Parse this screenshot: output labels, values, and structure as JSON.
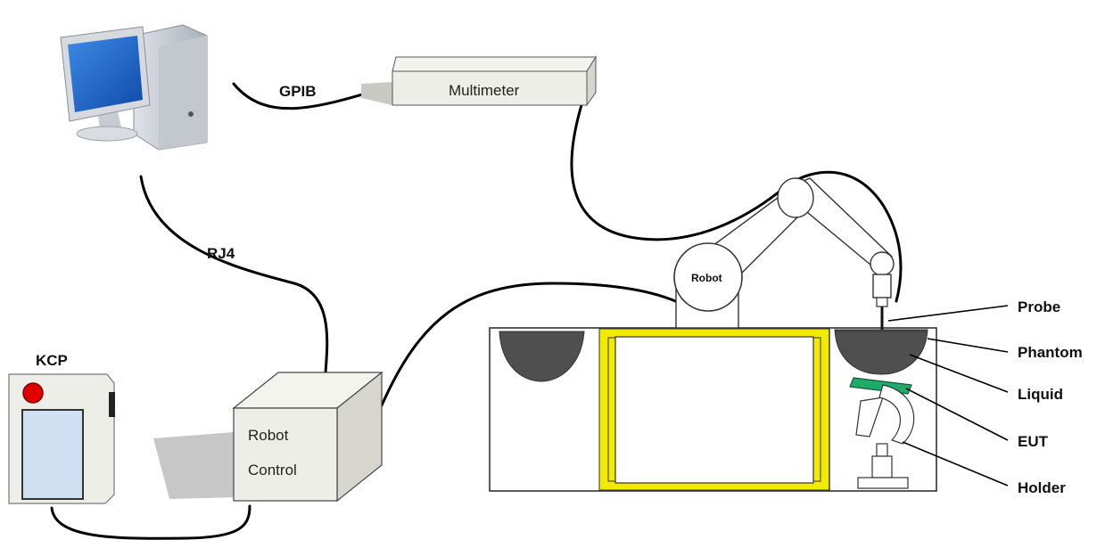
{
  "labels": {
    "gpib": "GPIB",
    "multimeter": "Multimeter",
    "rj4": "RJ4",
    "kcp": "KCP",
    "robot_control_line1": "Robot",
    "robot_control_line2": "Control",
    "robot": "Robot",
    "probe": "Probe",
    "phantom": "Phantom",
    "liquid": "Liquid",
    "eut": "EUT",
    "holder": "Holder"
  },
  "colors": {
    "box_face": "#eeeee8",
    "box_side": "#d6d6cf",
    "box_top": "#f4f4ee",
    "table_frame": "#f2ea00",
    "phantom_fill": "#4f4f4f",
    "eut_green": "#1faa6a",
    "kcp_button": "#e00000",
    "kcp_screen": "#cfe0f2",
    "monitor_screen": "#1f66c8"
  },
  "icons": [
    "computer-icon",
    "multimeter-box",
    "robot-control-box",
    "kcp-pendant",
    "robot-arm",
    "test-table"
  ]
}
